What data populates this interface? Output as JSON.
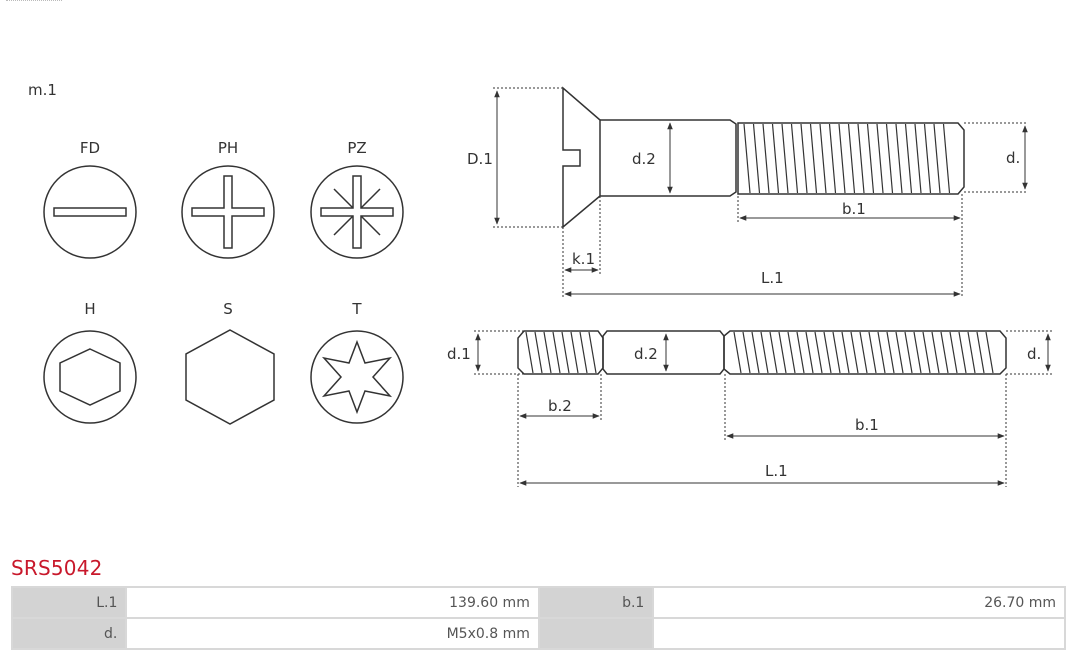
{
  "diagram": {
    "view_label": "m.1",
    "drives": [
      {
        "code": "FD",
        "icon": "flat-slot-drive-icon"
      },
      {
        "code": "PH",
        "icon": "phillips-drive-icon"
      },
      {
        "code": "PZ",
        "icon": "pozidriv-drive-icon"
      },
      {
        "code": "H",
        "icon": "hex-socket-drive-icon"
      },
      {
        "code": "S",
        "icon": "hex-head-icon"
      },
      {
        "code": "T",
        "icon": "torx-drive-icon"
      }
    ],
    "screw": {
      "head_diameter": "D.1",
      "shank_diameter": "d.2",
      "thread_diameter": "d.",
      "thread_length": "b.1",
      "head_height": "k.1",
      "total_length": "L.1"
    },
    "stud": {
      "end_thread_diameter": "d.1",
      "middle_diameter": "d.2",
      "thread_diameter": "d.",
      "end_thread_length": "b.2",
      "thread_length": "b.1",
      "total_length": "L.1"
    }
  },
  "product": {
    "code": "SRS5042",
    "rows": [
      {
        "label1": "L.1",
        "value1": "139.60 mm",
        "label2": "b.1",
        "value2": "26.70 mm"
      },
      {
        "label1": "d.",
        "value1": "M5x0.8 mm",
        "label2": "",
        "value2": ""
      }
    ]
  }
}
